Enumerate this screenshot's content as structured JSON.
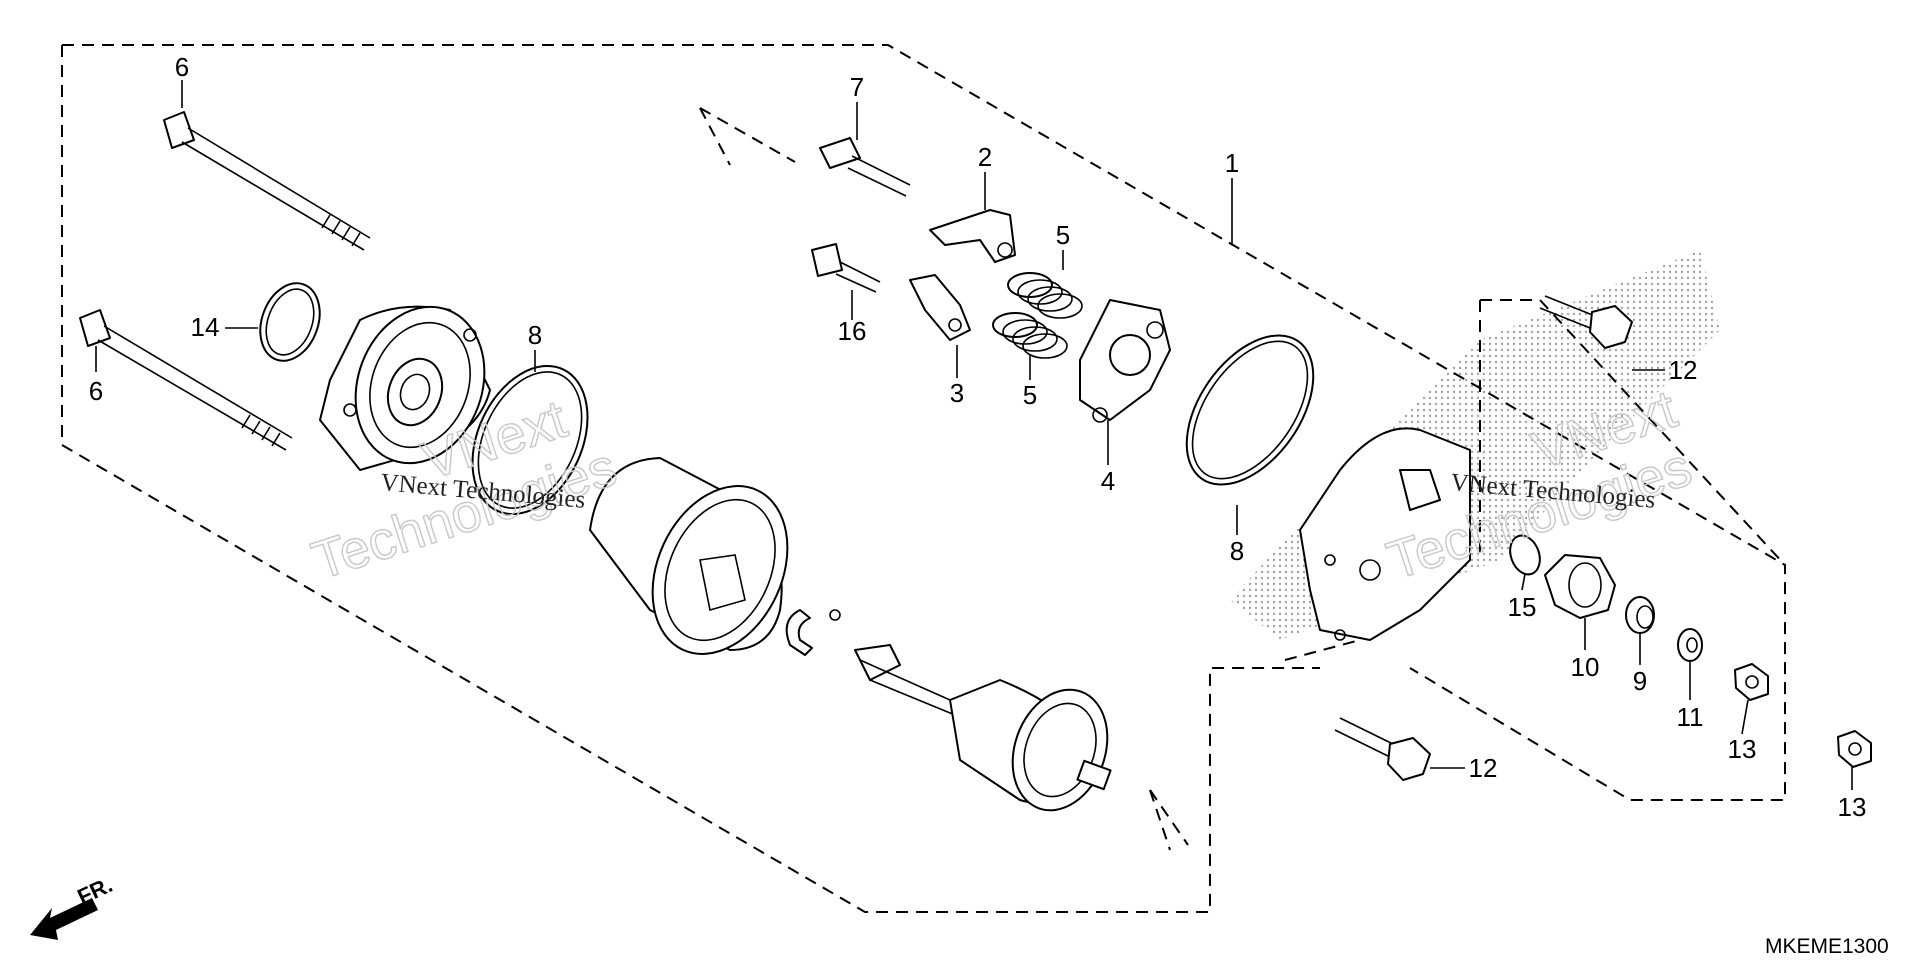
{
  "diagram": {
    "callouts": [
      {
        "id": "c1",
        "label": "1"
      },
      {
        "id": "c2",
        "label": "2"
      },
      {
        "id": "c3",
        "label": "3"
      },
      {
        "id": "c4",
        "label": "4"
      },
      {
        "id": "c5a",
        "label": "5"
      },
      {
        "id": "c5b",
        "label": "5"
      },
      {
        "id": "c6a",
        "label": "6"
      },
      {
        "id": "c6b",
        "label": "6"
      },
      {
        "id": "c7",
        "label": "7"
      },
      {
        "id": "c8a",
        "label": "8"
      },
      {
        "id": "c8b",
        "label": "8"
      },
      {
        "id": "c9",
        "label": "9"
      },
      {
        "id": "c10",
        "label": "10"
      },
      {
        "id": "c11",
        "label": "11"
      },
      {
        "id": "c12a",
        "label": "12"
      },
      {
        "id": "c12b",
        "label": "12"
      },
      {
        "id": "c13a",
        "label": "13"
      },
      {
        "id": "c13b",
        "label": "13"
      },
      {
        "id": "c14",
        "label": "14"
      },
      {
        "id": "c15",
        "label": "15"
      },
      {
        "id": "c16",
        "label": "16"
      }
    ],
    "direction_label": "FR.",
    "diagram_code": "MKEME1300",
    "watermarks": {
      "left_big_1": "VNext",
      "left_big_2": "Technologies",
      "left_small": "VNext Technologies",
      "right_big_1": "VNext",
      "right_big_2": "Technologies",
      "right_small": "VNext Technologies"
    }
  }
}
